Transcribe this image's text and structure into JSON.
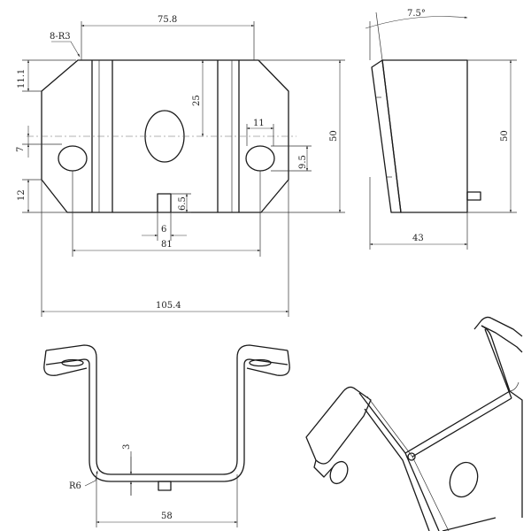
{
  "front_view": {
    "dims": {
      "top_width": "75.8",
      "corner": "8-R3",
      "left_edge": "11.1",
      "upper_height": "25",
      "total_height": "50",
      "slot_width": "11",
      "hole_offset": "7",
      "slot_height": "9.5",
      "bottom_edge": "12",
      "tab_height": "6.5",
      "tab_width": "6",
      "hole_spacing": "81",
      "overall_width": "105.4"
    }
  },
  "side_view": {
    "dims": {
      "angle": "7.5°",
      "height": "50",
      "depth": "43"
    }
  },
  "bottom_view": {
    "dims": {
      "thickness": "3",
      "bend_radius": "R6",
      "inner_width": "58"
    }
  }
}
